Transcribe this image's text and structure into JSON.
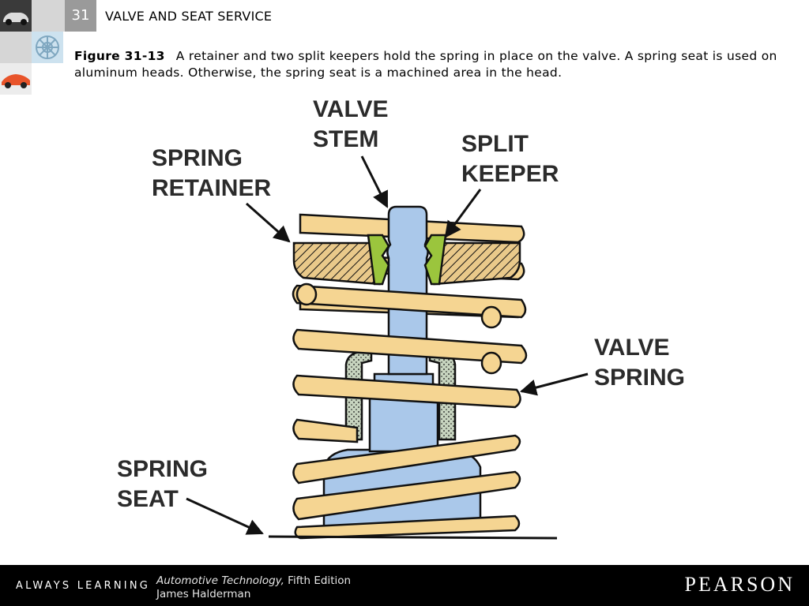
{
  "header": {
    "chapter_number": "31",
    "chapter_title": "VALVE AND SEAT SERVICE"
  },
  "caption": {
    "figure_number": "Figure 31-13",
    "text": "A retainer and two split keepers hold the spring in place on the valve. A spring seat is used on aluminum heads. Otherwise, the spring seat is a machined area in the head."
  },
  "diagram": {
    "labels": {
      "valve_stem": [
        "VALVE",
        "STEM"
      ],
      "split_keeper": [
        "SPLIT",
        "KEEPER"
      ],
      "spring_retainer": [
        "SPRING",
        "RETAINER"
      ],
      "valve_spring": [
        "VALVE",
        "SPRING"
      ],
      "spring_seat": [
        "SPRING",
        "SEAT"
      ]
    },
    "colors": {
      "stem": "#aac8ea",
      "spring": "#f5d592",
      "retainer": "#e9c98a",
      "keeper": "#9bc53d",
      "seal": "#b9c9b0",
      "outline": "#111111"
    }
  },
  "footer": {
    "tagline": "ALWAYS LEARNING",
    "book_title": "Automotive Technology,",
    "edition": "Fifth Edition",
    "author": "James Halderman",
    "publisher": "PEARSON"
  }
}
